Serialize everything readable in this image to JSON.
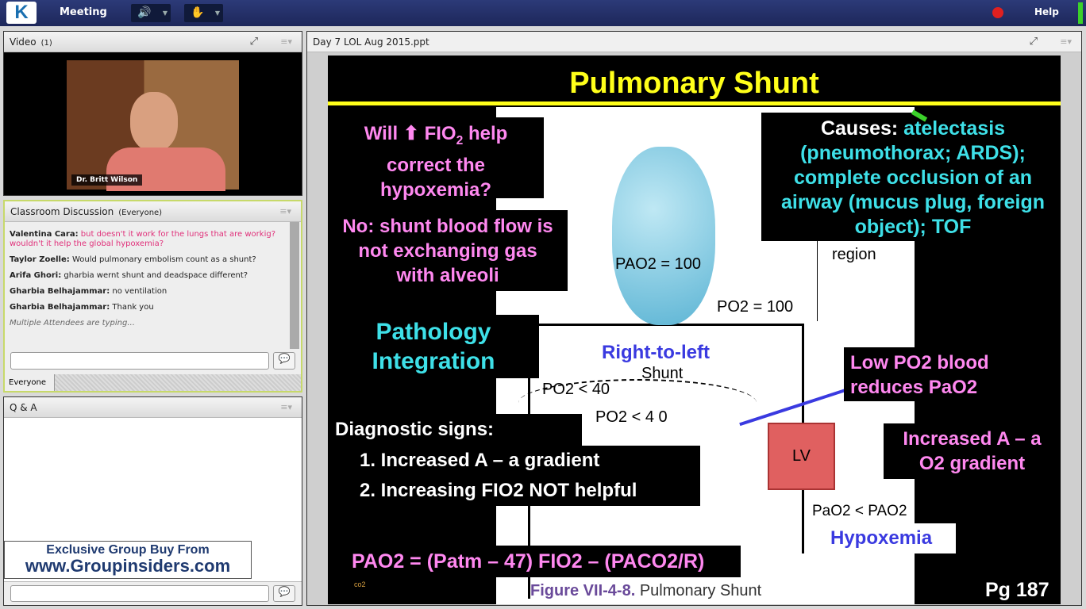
{
  "topbar": {
    "logo": "K",
    "title": "Meeting",
    "speaker_icon": "speaker-icon",
    "raise_hand_icon": "raise-hand-icon",
    "help": "Help"
  },
  "video": {
    "title": "Video",
    "count": "(1)",
    "presenter": "Dr. Britt Wilson"
  },
  "chat": {
    "title": "Classroom Discussion",
    "scope": "(Everyone)",
    "messages": [
      {
        "name": "Valentina Cara:",
        "text": "but doesn't it work for the lungs that are workig? wouldn't it help the global hypoxemia?",
        "color": "#e0307a"
      },
      {
        "name": "Taylor Zoelle:",
        "text": "Would pulmonary embolism count as a shunt?"
      },
      {
        "name": "Arifa Ghori:",
        "text": "gharbia wernt shunt and deadspace different?"
      },
      {
        "name": "Gharbia Belhajammar:",
        "text": "no ventilation"
      },
      {
        "name": "Gharbia Belhajammar:",
        "text": "Thank you"
      }
    ],
    "typing": "Multiple Attendees are typing...",
    "input_value": "",
    "tab": "Everyone"
  },
  "qa": {
    "title": "Q & A",
    "input_value": ""
  },
  "watermark": {
    "line1": "Exclusive Group Buy From",
    "line2": "www.Groupinsiders.com"
  },
  "share": {
    "title": "Day 7 LOL Aug 2015.ppt"
  },
  "slide": {
    "title": "Pulmonary Shunt",
    "q1": "Will",
    "q1b": "FIO",
    "q1c": "help",
    "q2": "correct the",
    "q3": "hypoxemia?",
    "a1": "No: shunt blood flow is",
    "a2": "not exchanging gas",
    "a3": "with alveoli",
    "pi1": "Pathology",
    "pi2": "Integration",
    "causes_label": "Causes:",
    "causes1": "atelectasis",
    "causes2": "(pneumothorax; ARDS);",
    "causes3": "complete occlusion of an",
    "causes4": "airway (mucus plug, foreign",
    "causes5": "object); TOF",
    "region": "region",
    "pao2_alv": "PAO2 = 100",
    "po2_100": "PO2 = 100",
    "rtl": "Right-to-left",
    "shunt": "Shunt",
    "po2_lt40": "PO2 < 40",
    "po2_lt40b": "PO2 < 4 0",
    "low1": "Low PO2 blood",
    "low2": "reduces PaO2",
    "lv": "LV",
    "inc1": "Increased A – a",
    "inc2": "O2 gradient",
    "diag": "Diagnostic signs:",
    "d1": "1.  Increased A – a gradient",
    "d2": "2.  Increasing FIO2 NOT helpful",
    "pao2_lt": "PaO2 < PAO2",
    "hypox": "Hypoxemia",
    "eq": "PAO2 = (Patm – 47) FIO2 – (PACO2/R)",
    "co2": "co2",
    "fig_num": "Figure VII-4-8.",
    "fig_title": "Pulmonary Shunt",
    "page": "Pg 187"
  },
  "colors": {
    "pink": "#ff88f0",
    "cyan": "#3ee0e8",
    "yellow": "#ffff1a",
    "blue": "#3a3ae0",
    "lv": "#e06060"
  }
}
